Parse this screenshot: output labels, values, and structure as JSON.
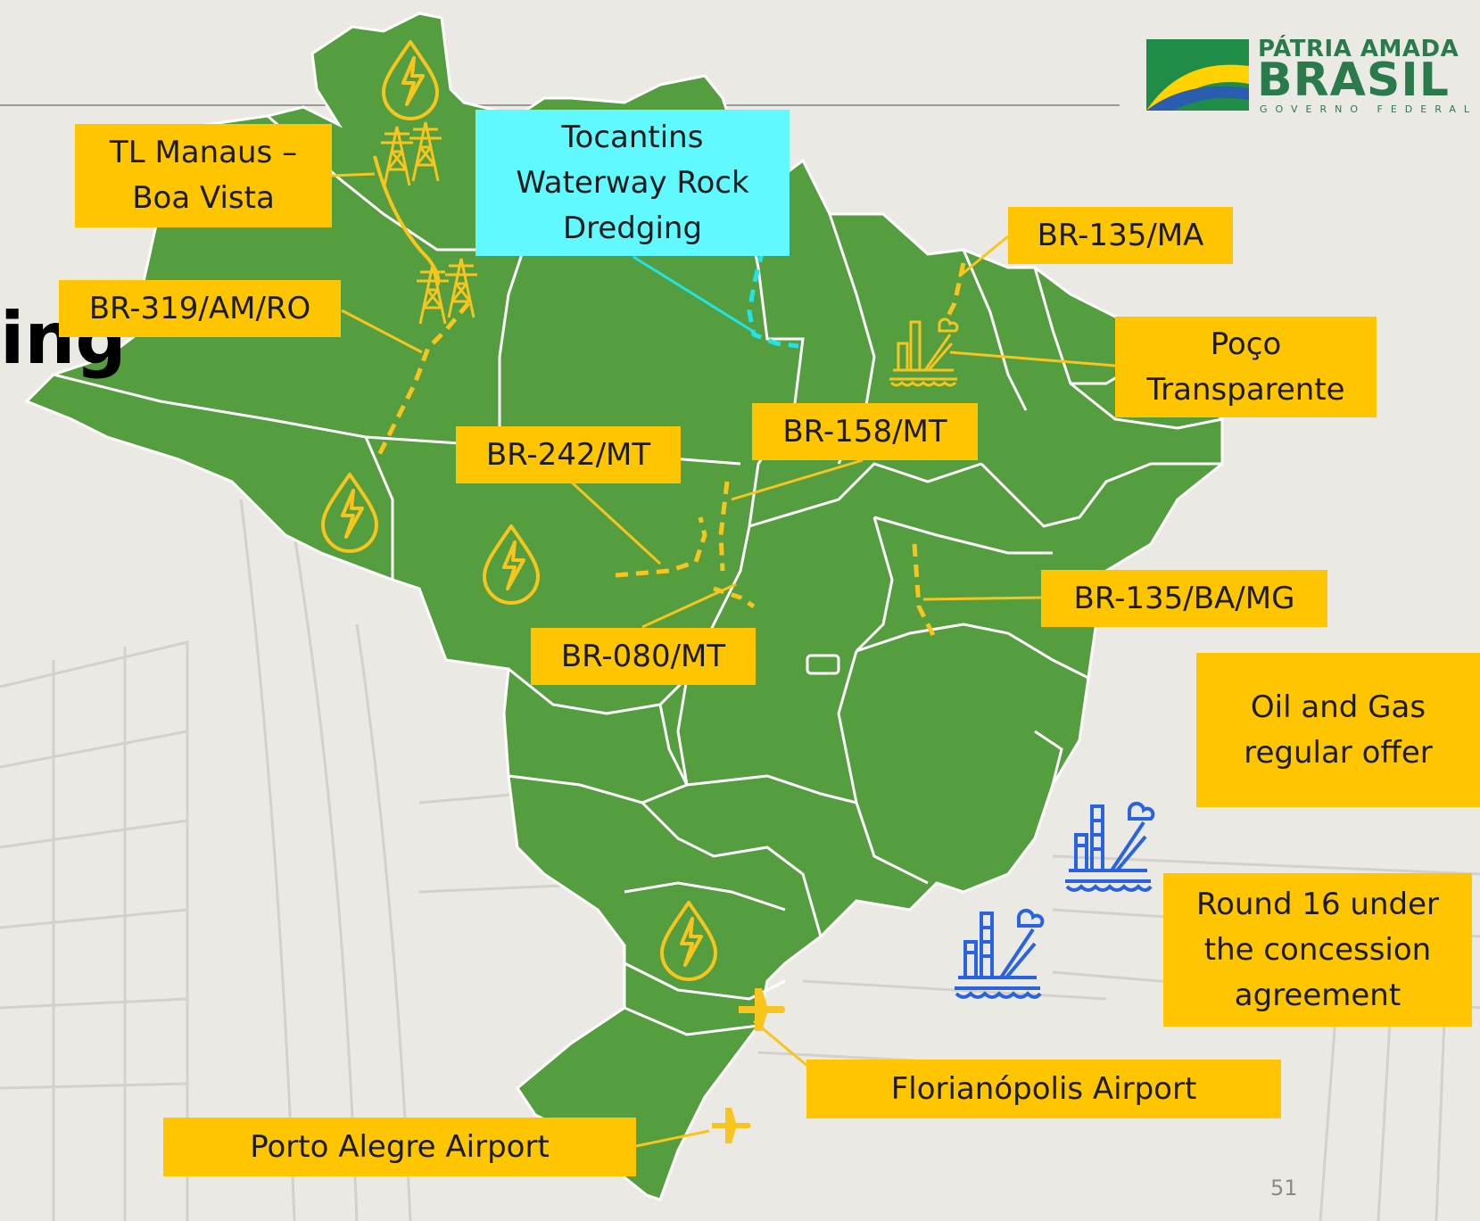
{
  "slide": {
    "title_fragment": "ing",
    "page_number": "51"
  },
  "logo": {
    "line1": "PÁTRIA AMADA",
    "line2": "BRASIL",
    "line3": "GOVERNO FEDERAL"
  },
  "labels": {
    "tl_manaus": "TL Manaus –\nBoa Vista",
    "tocantins": "Tocantins\nWaterway Rock\nDredging",
    "br135_ma": "BR-135/MA",
    "br319": "BR-319/AM/RO",
    "poco": "Poço\nTransparente",
    "br158": "BR-158/MT",
    "br242": "BR-242/MT",
    "br135_ba": "BR-135/BA/MG",
    "br080": "BR-080/MT",
    "oil_gas": "Oil and Gas\nregular offer",
    "round16": "Round 16 under\nthe concession\nagreement",
    "floripa": "Florianópolis Airport",
    "porto_alegre": "Porto Alegre Airport"
  },
  "colors": {
    "map_green": "#559e3f",
    "label_yellow": "#ffc600",
    "label_cyan": "#5ff9ff",
    "route_yellow": "#f7c51e",
    "waterway_cyan": "#22e3e8",
    "offshore_blue": "#2a63e0",
    "logo_green": "#2a7a4b"
  },
  "icons": {
    "energy": "hydro-power-icon",
    "transmission": "transmission-tower-icon",
    "oil_platform": "oil-platform-icon",
    "airport": "airplane-icon"
  }
}
